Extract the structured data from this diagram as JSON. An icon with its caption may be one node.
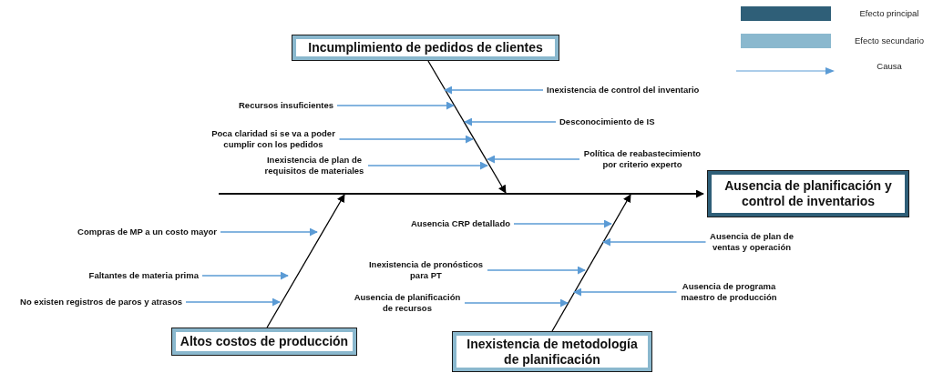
{
  "diagram": {
    "nodes": [
      {
        "text": [
          "Incumplimiento de pedidos de clientes"
        ]
      },
      {
        "text": [
          "Inexistencia de control del inventario"
        ]
      },
      {
        "text": [
          "Recursos insuficientes"
        ]
      },
      {
        "text": [
          "Desconocimiento de IS"
        ]
      },
      {
        "text": [
          "Poca claridad si se va a poder cumplir con los pedidos"
        ]
      },
      {
        "text": [
          "Política de reabastecimiento por criterio experto"
        ]
      },
      {
        "text": [
          "Inexistencia de plan de requisitos de materiales"
        ]
      },
      {
        "text": [
          "Ausencia de planificación y control de inventarios"
        ]
      },
      {
        "text": [
          "Altos costos de producción"
        ]
      },
      {
        "text": [
          "Compras de MP a un costo mayor"
        ]
      },
      {
        "text": [
          "Faltantes de materia prima"
        ]
      },
      {
        "text": [
          "No existen registros de paros y atrasos"
        ]
      },
      {
        "text": [
          "Inexistencia de metodología de planificación"
        ]
      },
      {
        "text": [
          "Ausencia CRP detallado"
        ]
      },
      {
        "text": [
          "Ausencia de plan de ventas y operación"
        ]
      },
      {
        "text": [
          "Inexistencia de pronósticos para PT"
        ]
      },
      {
        "text": [
          "Ausencia de programa maestro de producción"
        ]
      },
      {
        "text": [
          "Ausencia de planificación de recursos"
        ]
      },
      {
        "text": [],
        "shape": "bar"
      }
    ],
    "edges": [
      {
        "from": 0,
        "to": 18,
        "arrow": "to",
        "color": "#000000"
      },
      {
        "from": 1,
        "to": null,
        "arrow": "to"
      },
      {
        "from": 2,
        "to": null,
        "arrow": "to"
      },
      {
        "from": 3,
        "to": null,
        "arrow": "to"
      },
      {
        "from": 4,
        "to": null,
        "arrow": "to"
      },
      {
        "from": 5,
        "to": null,
        "arrow": "to"
      },
      {
        "from": 6,
        "to": null,
        "arrow": "to"
      },
      {
        "from": 18,
        "to": 7,
        "arrow": "to",
        "color": "#000000"
      },
      {
        "from": 8,
        "to": 18,
        "arrow": "to",
        "color": "#000000"
      },
      {
        "from": 9,
        "to": null,
        "arrow": "to"
      },
      {
        "from": 10,
        "to": null,
        "arrow": "to"
      },
      {
        "from": 11,
        "to": null,
        "arrow": "to"
      },
      {
        "from": 12,
        "to": 18,
        "arrow": "to",
        "color": "#000000"
      },
      {
        "from": 13,
        "to": null,
        "arrow": "to"
      },
      {
        "from": 14,
        "to": null,
        "arrow": "to"
      },
      {
        "from": 15,
        "to": null,
        "arrow": "to"
      },
      {
        "from": 16,
        "to": null,
        "arrow": "to"
      },
      {
        "from": 17,
        "to": null,
        "arrow": "to"
      }
    ],
    "legend": [
      {
        "text": "Efecto principal",
        "color": "#2f5f78"
      },
      {
        "text": "Efecto secundario",
        "color": "#8ab8ce"
      },
      {
        "text": "Causa"
      }
    ]
  }
}
